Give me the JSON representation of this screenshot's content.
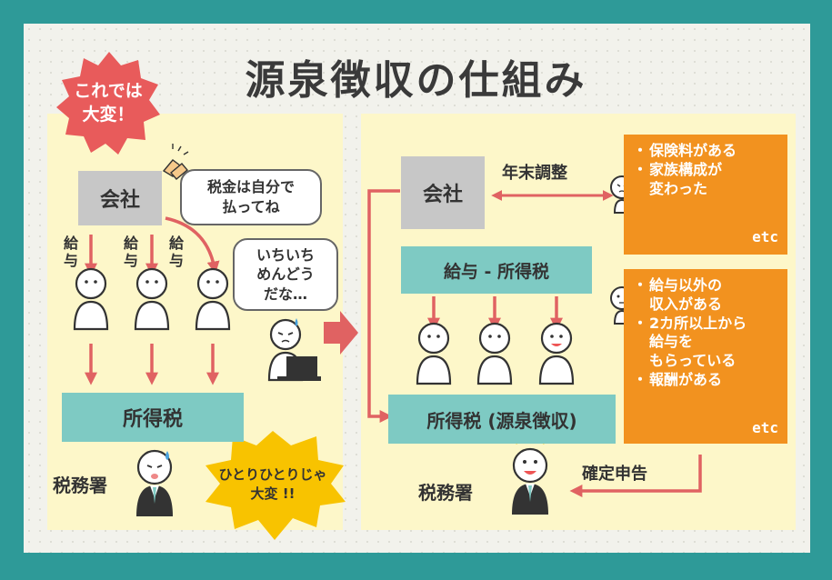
{
  "title": "源泉徴収の仕組み",
  "warning_burst": "これでは\n大変！",
  "left": {
    "company": "会社",
    "speech_pay_tax": "税金は自分で\n払ってね",
    "salary_labels": [
      "給\n与",
      "給\n与",
      "給\n与"
    ],
    "speech_one_by_one": "いちいち\nめんどう\nだな…",
    "income_tax": "所得税",
    "tax_office": "税務署",
    "burst_individually": "ひとりひとりじゃ\n大変 !!"
  },
  "right": {
    "company": "会社",
    "year_end_adjustment": "年末調整",
    "salary_minus_tax": "給与 - 所得税",
    "withholding_tax": "所得税 (源泉徴収)",
    "tax_office": "税務署",
    "final_return": "確定申告",
    "box1": {
      "items": [
        "保険料がある",
        "家族構成が\n変わった"
      ],
      "etc": "etc"
    },
    "box2": {
      "items": [
        "給与以外の\n収入がある",
        "2カ所以上から\n給与を\nもらっている",
        "報酬がある"
      ],
      "etc": "etc"
    }
  },
  "colors": {
    "frame": "#2e9a98",
    "panel": "#fdf7c9",
    "gray_box": "#c7c7c7",
    "teal_box": "#7ecac3",
    "orange_box": "#f2921f",
    "arrow": "#e06262",
    "warning": "#e85b5b",
    "burst": "#f8c300"
  }
}
